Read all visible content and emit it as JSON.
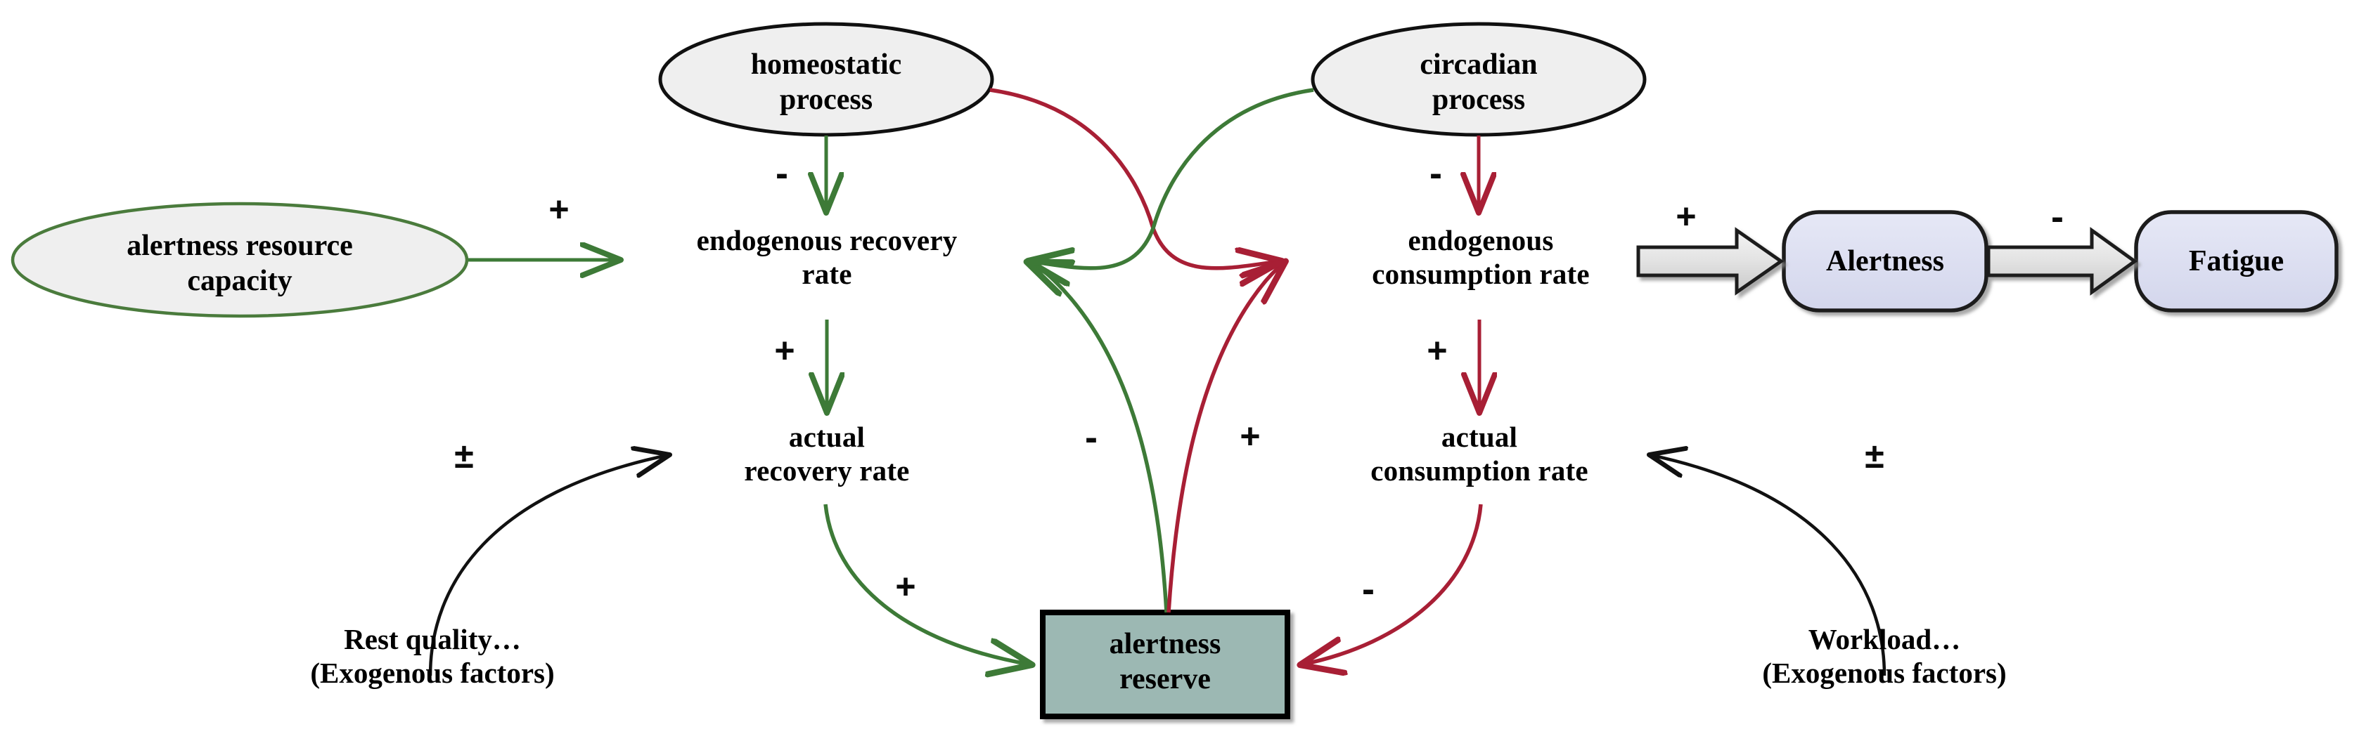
{
  "diagram": {
    "title_text_present": false,
    "colors": {
      "green": "#3d7a37",
      "red": "#a81f35",
      "black": "#111111",
      "ellipse_fill": "#efefef",
      "ellipse_border_green": "#4a7b3c",
      "ellipse_border_black": "#101010",
      "stock_fill": "#9cb8b3",
      "stock_border": "#000000",
      "box_fill": "#dcdef0",
      "box_border": "#1b1b1b",
      "arrow_block_fill": "#d9d9d9"
    },
    "nodes": [
      {
        "id": "alertness-resource-capacity",
        "type": "ellipse-green",
        "label": "alertness resource\ncapacity"
      },
      {
        "id": "homeostatic-process",
        "type": "ellipse-black",
        "label": "homeostatic\nprocess"
      },
      {
        "id": "circadian-process",
        "type": "ellipse-black",
        "label": "circadian\nprocess"
      },
      {
        "id": "endogenous-recovery-rate",
        "type": "text",
        "label": "endogenous recovery\nrate"
      },
      {
        "id": "endogenous-consumption-rate",
        "type": "text",
        "label": "endogenous\nconsumption rate"
      },
      {
        "id": "actual-recovery-rate",
        "type": "text",
        "label": "actual\nrecovery rate"
      },
      {
        "id": "actual-consumption-rate",
        "type": "text",
        "label": "actual\nconsumption rate"
      },
      {
        "id": "alertness-reserve",
        "type": "stock",
        "label": "alertness\nreserve"
      },
      {
        "id": "alertness",
        "type": "box",
        "label": "Alertness"
      },
      {
        "id": "fatigue",
        "type": "box",
        "label": "Fatigue"
      },
      {
        "id": "rest-quality",
        "type": "exogenous",
        "label": "Rest quality…\n(Exogenous factors)"
      },
      {
        "id": "workload",
        "type": "exogenous",
        "label": "Workload…\n(Exogenous factors)"
      }
    ],
    "edges": [
      {
        "id": "capacity-to-endogenous-recovery",
        "from": "alertness-resource-capacity",
        "to": "endogenous-recovery-rate",
        "sign": "+",
        "color": "green"
      },
      {
        "id": "homeostatic-to-endogenous-recovery",
        "from": "homeostatic-process",
        "to": "endogenous-recovery-rate",
        "sign": "-",
        "color": "green"
      },
      {
        "id": "homeostatic-to-endogenous-consumption",
        "from": "homeostatic-process",
        "to": "endogenous-consumption-rate",
        "sign": "+",
        "color": "red"
      },
      {
        "id": "circadian-to-endogenous-consumption",
        "from": "circadian-process",
        "to": "endogenous-consumption-rate",
        "sign": "-",
        "color": "red"
      },
      {
        "id": "circadian-to-endogenous-recovery",
        "from": "circadian-process",
        "to": "endogenous-recovery-rate",
        "sign": "-",
        "color": "green"
      },
      {
        "id": "endogenous-recovery-to-actual-recovery",
        "from": "endogenous-recovery-rate",
        "to": "actual-recovery-rate",
        "sign": "+",
        "color": "green"
      },
      {
        "id": "endogenous-consumption-to-actual-consumption",
        "from": "endogenous-consumption-rate",
        "to": "actual-consumption-rate",
        "sign": "+",
        "color": "red"
      },
      {
        "id": "actual-recovery-to-reserve",
        "from": "actual-recovery-rate",
        "to": "alertness-reserve",
        "sign": "+",
        "color": "green"
      },
      {
        "id": "actual-consumption-to-reserve",
        "from": "actual-consumption-rate",
        "to": "alertness-reserve",
        "sign": "-",
        "color": "red"
      },
      {
        "id": "reserve-to-endogenous-recovery",
        "from": "alertness-reserve",
        "to": "endogenous-recovery-rate",
        "sign": "-",
        "color": "green"
      },
      {
        "id": "reserve-to-endogenous-consumption",
        "from": "alertness-reserve",
        "to": "endogenous-consumption-rate",
        "sign": "+",
        "color": "red"
      },
      {
        "id": "reserve-to-alertness",
        "from": "alertness-reserve",
        "to": "alertness",
        "sign": "+",
        "color": "black-block"
      },
      {
        "id": "alertness-to-fatigue",
        "from": "alertness",
        "to": "fatigue",
        "sign": "-",
        "color": "black-block"
      },
      {
        "id": "rest-quality-to-actual-recovery",
        "from": "rest-quality",
        "to": "actual-recovery-rate",
        "sign": "±",
        "color": "black"
      },
      {
        "id": "workload-to-actual-consumption",
        "from": "workload",
        "to": "actual-consumption-rate",
        "sign": "±",
        "color": "black"
      }
    ],
    "labels": {
      "capacity": "alertness resource\ncapacity",
      "homeostatic": "homeostatic\nprocess",
      "circadian": "circadian\nprocess",
      "endo_recovery": "endogenous recovery\nrate",
      "endo_consumption": "endogenous\nconsumption rate",
      "actual_recovery": "actual\nrecovery rate",
      "actual_consumption": "actual\nconsumption rate",
      "reserve": "alertness\nreserve",
      "alertness": "Alertness",
      "fatigue": "Fatigue",
      "rest_quality": "Rest quality…\n(Exogenous factors)",
      "workload": "Workload…\n(Exogenous factors)"
    },
    "signs": {
      "capacity_plus": "+",
      "homeostatic_minus": "-",
      "circadian_minus": "-",
      "recovery_plus": "+",
      "consumption_plus": "+",
      "reserve_minus": "-",
      "reserve_plus": "+",
      "actual_recovery_plus": "+",
      "actual_consumption_minus": "-",
      "alertness_plus": "+",
      "fatigue_minus": "-",
      "rest_pm": "±",
      "workload_pm": "±"
    }
  }
}
